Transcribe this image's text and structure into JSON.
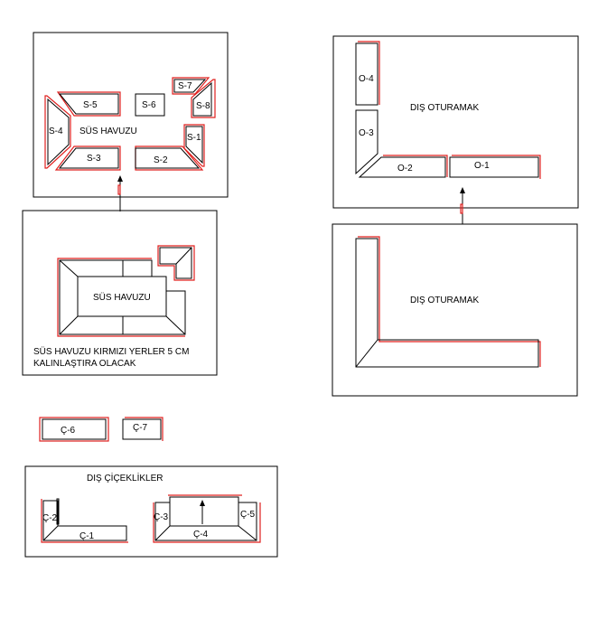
{
  "panel_a": {
    "title": "SÜS HAVUZU",
    "parts": {
      "s1": "S-1",
      "s2": "S-2",
      "s3": "S-3",
      "s4": "S-4",
      "s5": "S-5",
      "s6": "S-6",
      "s7": "S-7",
      "s8": "S-8"
    }
  },
  "panel_b": {
    "title": "SÜS HAVUZU",
    "note_line1": "SÜS HAVUZU KIRMIZI YERLER 5 CM",
    "note_line2": "KALINLAŞTIRA OLACAK"
  },
  "panel_c": {
    "title": "DIŞ OTURAMAK",
    "parts": {
      "o1": "O-1",
      "o2": "O-2",
      "o3": "O-3",
      "o4": "O-4"
    }
  },
  "panel_d": {
    "title": "DIŞ OTURAMAK"
  },
  "loose": {
    "c6": "Ç-6",
    "c7": "Ç-7"
  },
  "panel_e": {
    "title": "DIŞ ÇİÇEKLİKLER",
    "parts": {
      "c1": "Ç-1",
      "c2": "Ç-2",
      "c3": "Ç-3",
      "c4": "Ç-4",
      "c5": "Ç-5"
    }
  },
  "colors": {
    "outline": "#000000",
    "thickened": "#e0201e"
  }
}
